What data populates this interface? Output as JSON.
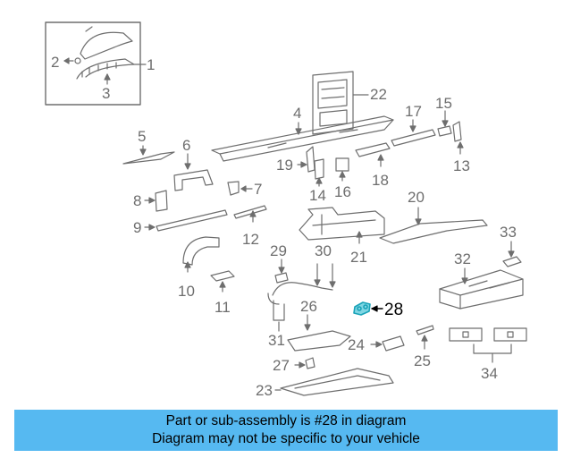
{
  "diagram": {
    "callouts": [
      {
        "label": "1"
      },
      {
        "label": "2"
      },
      {
        "label": "3"
      },
      {
        "label": "4"
      },
      {
        "label": "5"
      },
      {
        "label": "6"
      },
      {
        "label": "7"
      },
      {
        "label": "8"
      },
      {
        "label": "9"
      },
      {
        "label": "10"
      },
      {
        "label": "11"
      },
      {
        "label": "12"
      },
      {
        "label": "13"
      },
      {
        "label": "14"
      },
      {
        "label": "15"
      },
      {
        "label": "16"
      },
      {
        "label": "17"
      },
      {
        "label": "18"
      },
      {
        "label": "19"
      },
      {
        "label": "20"
      },
      {
        "label": "21"
      },
      {
        "label": "22"
      },
      {
        "label": "23"
      },
      {
        "label": "24"
      },
      {
        "label": "25"
      },
      {
        "label": "26"
      },
      {
        "label": "27"
      },
      {
        "label": "28"
      },
      {
        "label": "29"
      },
      {
        "label": "30"
      },
      {
        "label": "31"
      },
      {
        "label": "32"
      },
      {
        "label": "33"
      },
      {
        "label": "34"
      }
    ],
    "highlighted_part": "28",
    "highlight_color": "#1aa3b8",
    "line_color": "#6e6e6e"
  },
  "banner": {
    "line1": "Part or sub-assembly is #28 in diagram",
    "line2": "Diagram may not be specific to your vehicle",
    "background": "#56b9f1"
  }
}
